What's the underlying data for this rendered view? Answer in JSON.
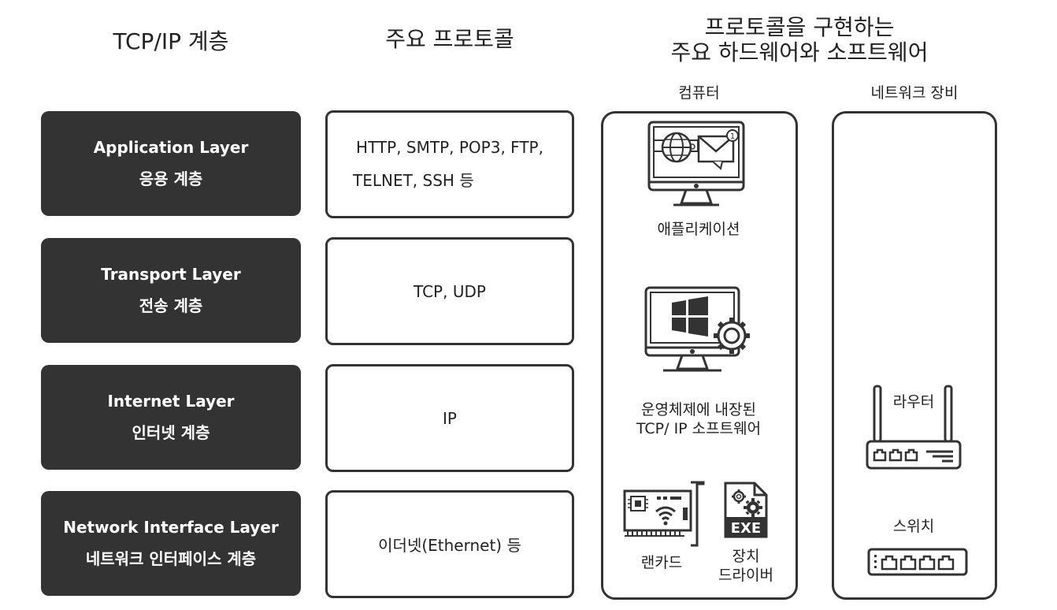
{
  "headers": {
    "layers": "TCP/IP 계층",
    "protocols": "주요 프로토콜",
    "implementation_line1": "프로토콜을 구현하는",
    "implementation_line2": "주요 하드웨어와 소프트웨어",
    "computer": "컴퓨터",
    "network_equipment": "네트워크 장비"
  },
  "layers": [
    {
      "en": "Application Layer",
      "ko": "응용 계층",
      "protocols": [
        "HTTP, SMTP, POP3, FTP,",
        "TELNET, SSH 등"
      ]
    },
    {
      "en": "Transport Layer",
      "ko": "전송 계층",
      "protocols": [
        "TCP, UDP"
      ]
    },
    {
      "en": "Internet Layer",
      "ko": "인터넷 계층",
      "protocols": [
        "IP"
      ]
    },
    {
      "en": "Network Interface Layer",
      "ko": "네트워크 인터페이스 계층",
      "protocols": [
        "이더넷(Ethernet) 등"
      ]
    }
  ],
  "computer_items": {
    "application": "애플리케이션",
    "os_line1": "운영체제에 내장된",
    "os_line2": "TCP/ IP 소프트웨어",
    "lan_card": "랜카드",
    "driver_line1": "장치",
    "driver_line2": "드라이버",
    "exe_badge": "EXE",
    "mail_badge": "1"
  },
  "network_items": {
    "router": "라우터",
    "switch": "스위치"
  },
  "icons": [
    "monitor-web-mail-icon",
    "monitor-windows-gear-icon",
    "lan-card-icon",
    "exe-file-icon",
    "router-icon",
    "switch-icon"
  ],
  "colors": {
    "dark": "#333333",
    "text": "#222222",
    "background": "#ffffff"
  }
}
